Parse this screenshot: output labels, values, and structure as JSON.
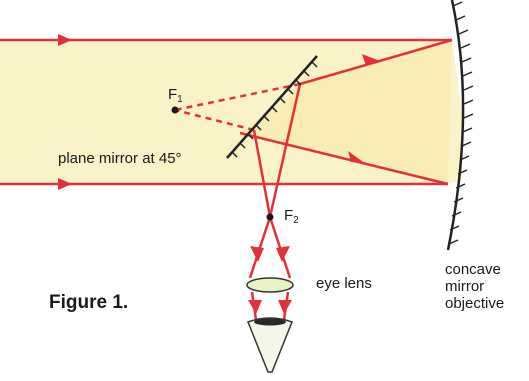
{
  "figure": {
    "caption": "Figure 1.",
    "labels": {
      "focus_primary": "F",
      "focus_primary_sub": "1",
      "focus_secondary": "F",
      "focus_secondary_sub": "2",
      "plane_mirror": "plane mirror at 45°",
      "eye_lens": "eye lens",
      "concave_mirror": [
        "concave",
        "mirror",
        "objective"
      ]
    }
  },
  "colors": {
    "beam_fill": "#fbf3c8",
    "ray": "#e2313a",
    "mirror": "#222222",
    "lens_fill": "#e9f2c2",
    "eye_fill": "#f6f6e8"
  }
}
